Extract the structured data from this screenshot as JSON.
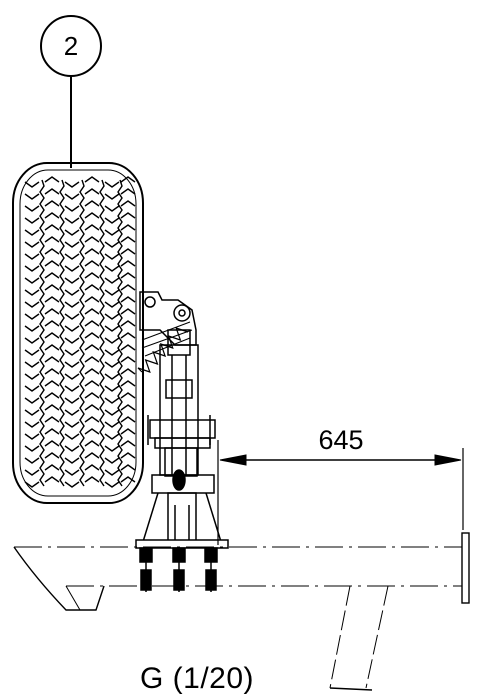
{
  "balloon": {
    "label": "2"
  },
  "dimension": {
    "value": "645"
  },
  "view": {
    "caption": "G (1/20)"
  },
  "colors": {
    "line": "#000000",
    "background": "#ffffff"
  }
}
